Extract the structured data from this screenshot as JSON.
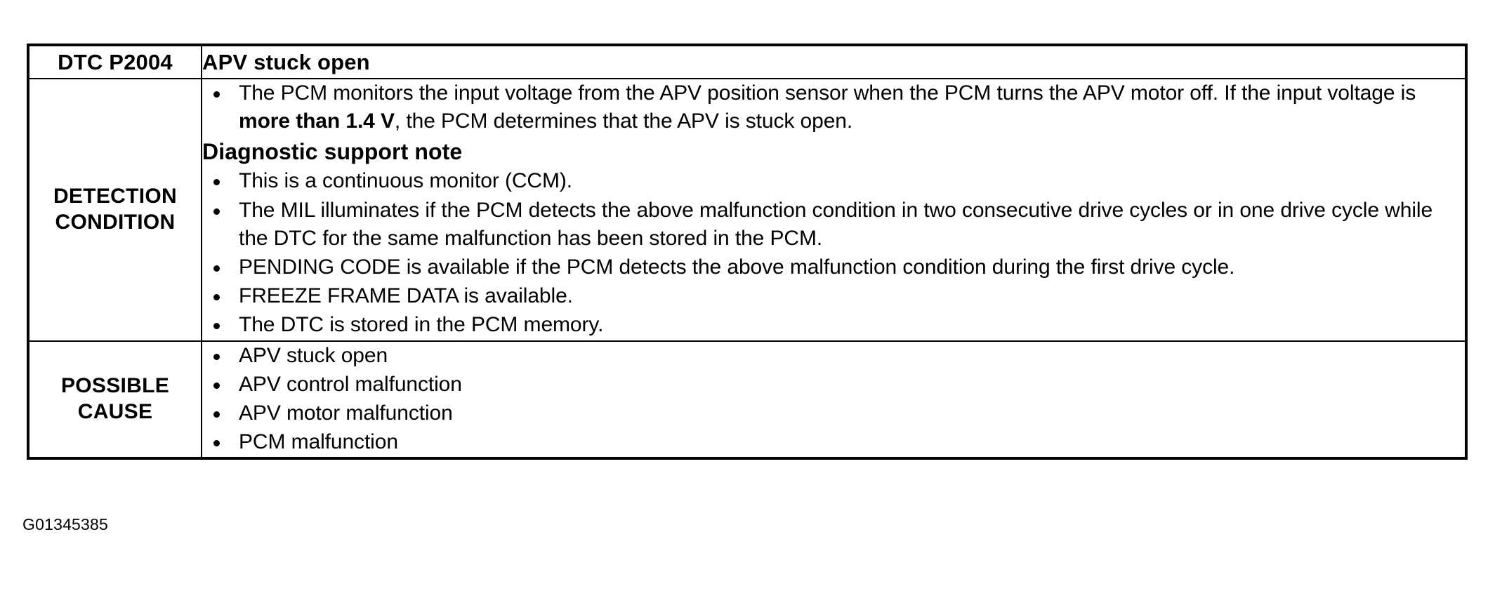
{
  "document": {
    "figure_code": "G01345385"
  },
  "table": {
    "header": {
      "dtc_label": "DTC P2004",
      "dtc_description": "APV stuck open"
    },
    "rows": [
      {
        "label": "DETECTION\nCONDITION",
        "label_line1": "DETECTION",
        "label_line2": "CONDITION",
        "primary_bullets": [
          {
            "pre": "The PCM monitors the input voltage from the APV position sensor when the PCM turns the APV motor off. If the input voltage is ",
            "bold": "more than 1.4 V",
            "post": ", the PCM determines that the APV is stuck open."
          }
        ],
        "note_heading": "Diagnostic support note",
        "note_bullets": [
          "This is a continuous monitor (CCM).",
          "The MIL illuminates if the PCM detects the above malfunction condition in two consecutive drive cycles or in one drive cycle while the DTC for the same malfunction has been stored in the PCM.",
          "PENDING CODE is available if the PCM detects the above malfunction condition during the first drive cycle.",
          "FREEZE FRAME DATA is available.",
          "The DTC is stored in the PCM memory."
        ]
      },
      {
        "label_line1": "POSSIBLE",
        "label_line2": "CAUSE",
        "cause_bullets": [
          "APV stuck open",
          "APV control malfunction",
          "APV motor malfunction",
          "PCM malfunction"
        ]
      }
    ]
  },
  "colors": {
    "border": "#000000",
    "text": "#000000",
    "background": "#ffffff"
  }
}
